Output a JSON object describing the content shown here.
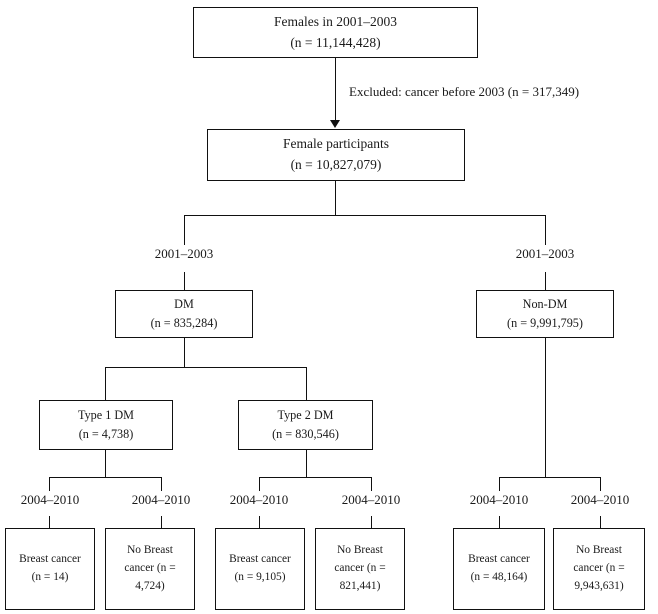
{
  "figure": {
    "type": "flowchart",
    "kind": "study-participant-selection-flow-diagram",
    "orientation": "top-down"
  },
  "nodes": {
    "source_cohort": {
      "title": "Females in 2001–2003",
      "count": "(n = 11,144,428)"
    },
    "participants": {
      "title": "Female participants",
      "count": "(n = 10,827,079)"
    },
    "dm": {
      "title": "DM",
      "count": "(n = 835,284)"
    },
    "non_dm": {
      "title": "Non-DM",
      "count": "(n = 9,991,795)"
    },
    "type1_dm": {
      "title": "Type 1 DM",
      "count": "(n = 4,738)"
    },
    "type2_dm": {
      "title": "Type 2 DM",
      "count": "(n = 830,546)"
    },
    "t1_breast_cancer": {
      "title": "Breast cancer",
      "count": "(n = 14)"
    },
    "t1_no_breast_cancer": {
      "title": "No Breast",
      "count": "cancer (n =",
      "count2": "4,724)"
    },
    "t2_breast_cancer": {
      "title": "Breast cancer",
      "count": "(n = 9,105)"
    },
    "t2_no_breast_cancer": {
      "title": "No Breast",
      "count": "cancer (n =",
      "count2": "821,441)"
    },
    "nondm_breast_cancer": {
      "title": "Breast cancer",
      "count": "(n = 48,164)"
    },
    "nondm_no_breast_cancer": {
      "title": "No Breast",
      "count": "cancer (n =",
      "count2": "9,943,631)"
    }
  },
  "annotations": {
    "exclusion": "Excluded: cancer before 2003 (n = 317,349)"
  },
  "stage_labels": {
    "dm_period": "2001–2003",
    "non_dm_period": "2001–2003",
    "t1_bc_period": "2004–2010",
    "t1_nobc_period": "2004–2010",
    "t2_bc_period": "2004–2010",
    "t2_nobc_period": "2004–2010",
    "nondm_bc_period": "2004–2010",
    "nondm_nobc_period": "2004–2010"
  },
  "style": {
    "stroke": "#111111",
    "background": "#ffffff",
    "text": "#1a1a1a"
  }
}
